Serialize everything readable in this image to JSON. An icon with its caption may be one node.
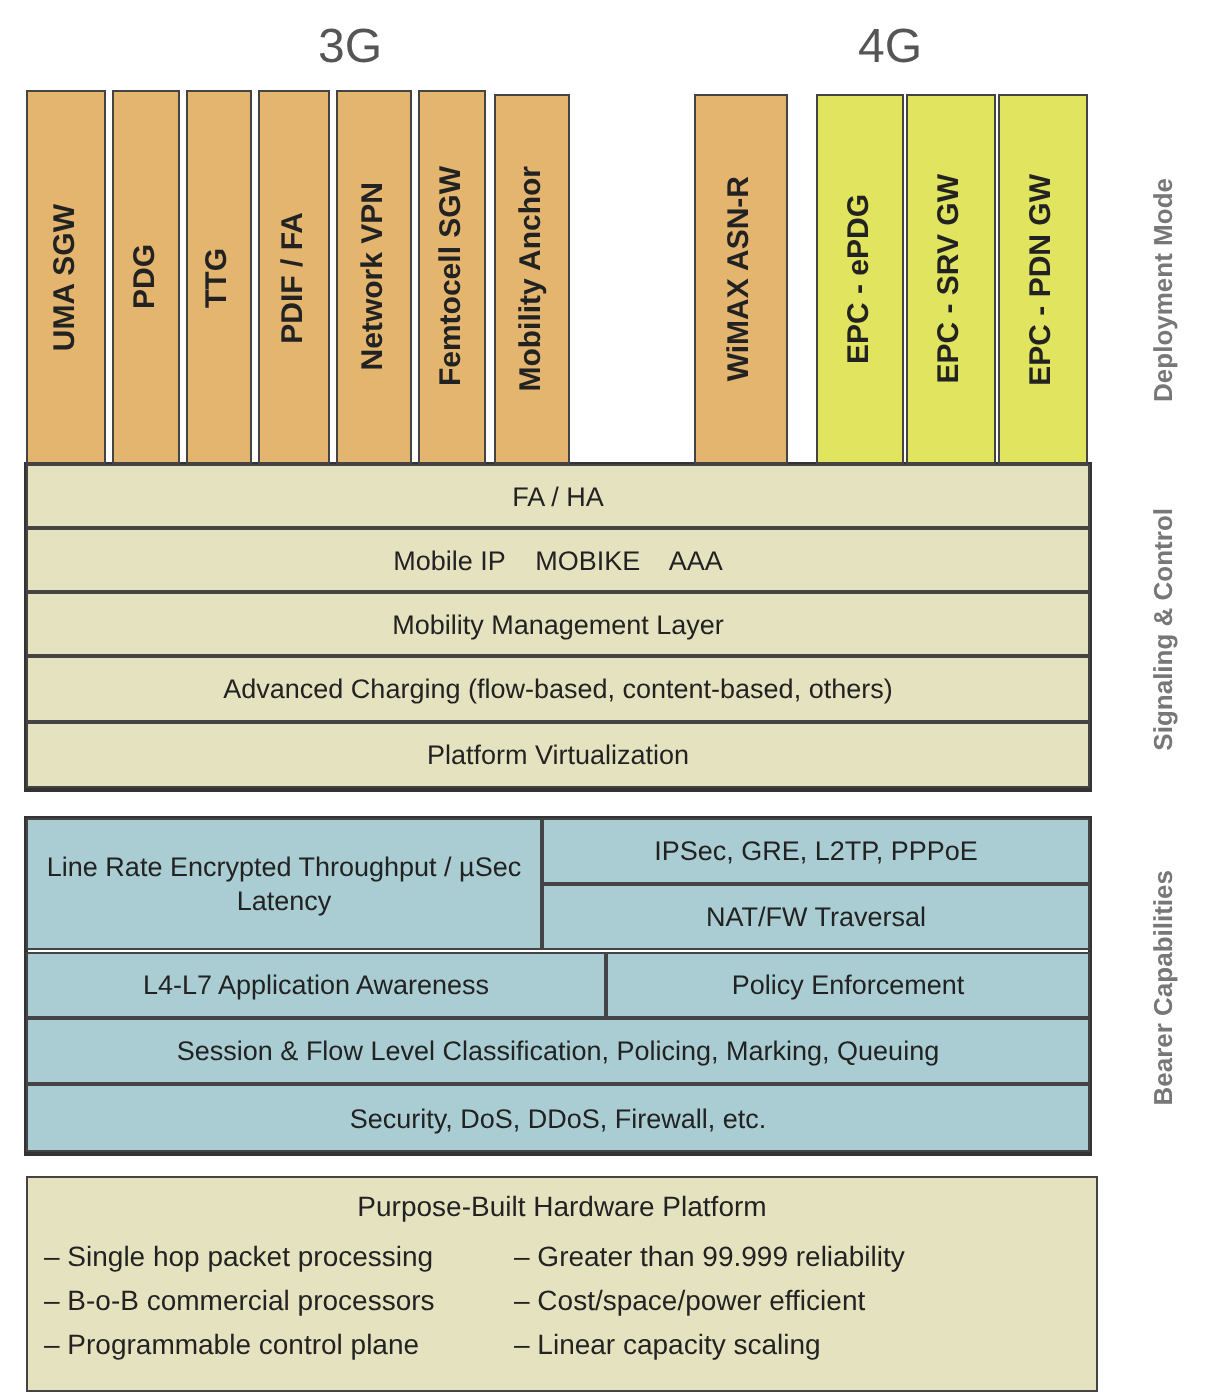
{
  "diagram": {
    "nodes": [
      {
        "text": [
          "UMA SGW"
        ]
      },
      {
        "text": [
          "PDG"
        ]
      },
      {
        "text": [
          "TTG"
        ]
      },
      {
        "text": [
          "PDIF / FA"
        ]
      },
      {
        "text": [
          "Network VPN"
        ]
      },
      {
        "text": [
          "Femtocell SGW"
        ]
      },
      {
        "text": [
          "Mobility Anchor"
        ]
      },
      {
        "text": [
          "WiMAX ASN-R"
        ]
      },
      {
        "text": [
          "EPC - ePDG"
        ]
      },
      {
        "text": [
          "EPC - SRV GW"
        ]
      },
      {
        "text": [
          "EPC - PDN GW"
        ]
      },
      {
        "text": [
          "FA / HA"
        ]
      },
      {
        "text": [
          "Mobile IP    MOBIKE    AAA"
        ]
      },
      {
        "text": [
          "Mobility Management Layer"
        ]
      },
      {
        "text": [
          "Advanced Charging (flow-based, content-based, others)"
        ]
      },
      {
        "text": [
          "Platform Virtualization"
        ]
      },
      {
        "text": [
          "Line Rate Encrypted Throughput / µSec Latency"
        ]
      },
      {
        "text": [
          "IPSec, GRE, L2TP, PPPoE"
        ]
      },
      {
        "text": [
          "NAT/FW Traversal"
        ]
      },
      {
        "text": [
          "L4-L7 Application Awareness"
        ]
      },
      {
        "text": [
          "Policy Enforcement"
        ]
      },
      {
        "text": [
          "Session & Flow Level Classification, Policing, Marking, Queuing"
        ]
      },
      {
        "text": [
          "Security, DoS, DDoS, Firewall, etc."
        ]
      },
      {
        "text": [
          "Purpose-Built Hardware Platform",
          "– Single hop packet processing",
          "– Greater than 99.999 reliability",
          "– B-o-B commercial processors",
          "– Cost/space/power efficient",
          "– Programmable control plane",
          "– Linear capacity scaling"
        ]
      }
    ],
    "labels": [
      "3G",
      "4G",
      "Deployment Mode",
      "Signaling & Control",
      "Bearer Capabilities"
    ]
  }
}
